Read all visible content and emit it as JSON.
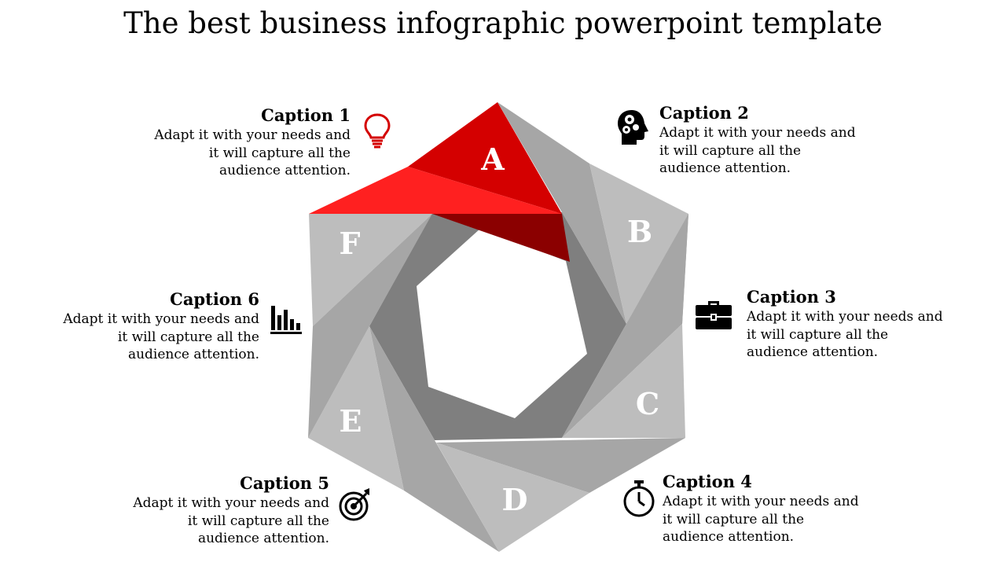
{
  "title": "The best business infographic powerpoint template",
  "segments": [
    {
      "letter": "A"
    },
    {
      "letter": "B"
    },
    {
      "letter": "C"
    },
    {
      "letter": "D"
    },
    {
      "letter": "E"
    },
    {
      "letter": "F"
    }
  ],
  "captions": [
    {
      "heading": "Caption 1",
      "text": "Adapt it with your needs and it will capture all the audience attention.",
      "icon": "lightbulb-icon"
    },
    {
      "heading": "Caption 2",
      "text": "Adapt it with your needs and it will capture all the audience attention.",
      "icon": "head-gears-icon"
    },
    {
      "heading": "Caption 3",
      "text": "Adapt it with your needs and it will capture all the audience attention.",
      "icon": "briefcase-icon"
    },
    {
      "heading": "Caption 4",
      "text": "Adapt it with your needs and it will capture all the audience attention.",
      "icon": "stopwatch-icon"
    },
    {
      "heading": "Caption 5",
      "text": "Adapt it with your needs and it will capture all the audience attention.",
      "icon": "target-icon"
    },
    {
      "heading": "Caption 6",
      "text": "Adapt it with your needs and it will capture all the audience attention.",
      "icon": "bar-chart-icon"
    }
  ],
  "colors": {
    "accent_red": "#d40000",
    "accent_red_light": "#ff2020",
    "accent_red_dark": "#8b0000",
    "gray_light": "#bdbdbd",
    "gray_mid": "#a6a6a6",
    "gray_dark": "#7f7f7f"
  }
}
